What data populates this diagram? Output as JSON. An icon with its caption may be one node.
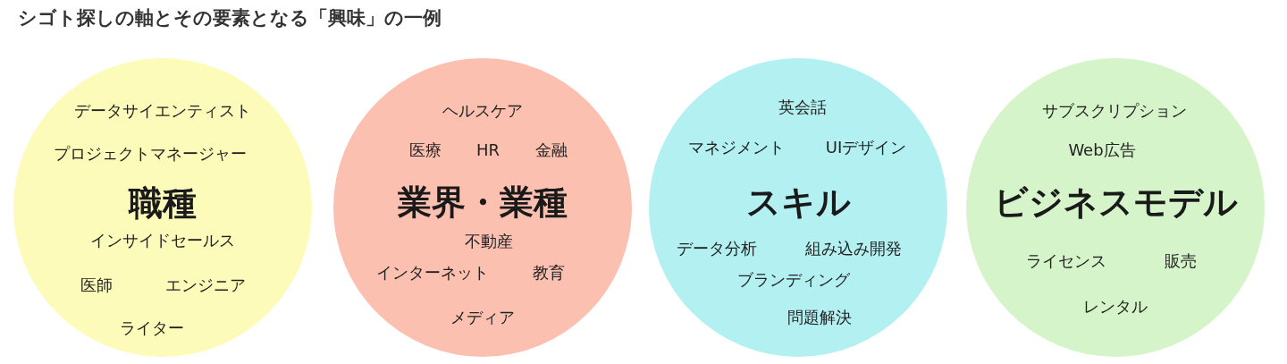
{
  "diagram": {
    "title": "シゴト探しの軸とその要素となる「興味」の一例",
    "nodes": [
      {
        "text": [
          "データサイエンティスト",
          "プロジェクトマネージャー",
          "職種",
          "インサイドセールス",
          "医師",
          "エンジニア",
          "ライター"
        ]
      },
      {
        "text": [
          "ヘルスケア",
          "医療",
          "HR",
          "金融",
          "業界・業種",
          "不動産",
          "インターネット",
          "教育",
          "メディア"
        ]
      },
      {
        "text": [
          "英会話",
          "マネジメント",
          "UIデザイン",
          "スキル",
          "データ分析",
          "組み込み開発",
          "ブランディング",
          "問題解決"
        ]
      },
      {
        "text": [
          "サブスクリプション",
          "Web広告",
          "ビジネスモデル",
          "ライセンス",
          "販売",
          "レンタル"
        ]
      }
    ]
  }
}
